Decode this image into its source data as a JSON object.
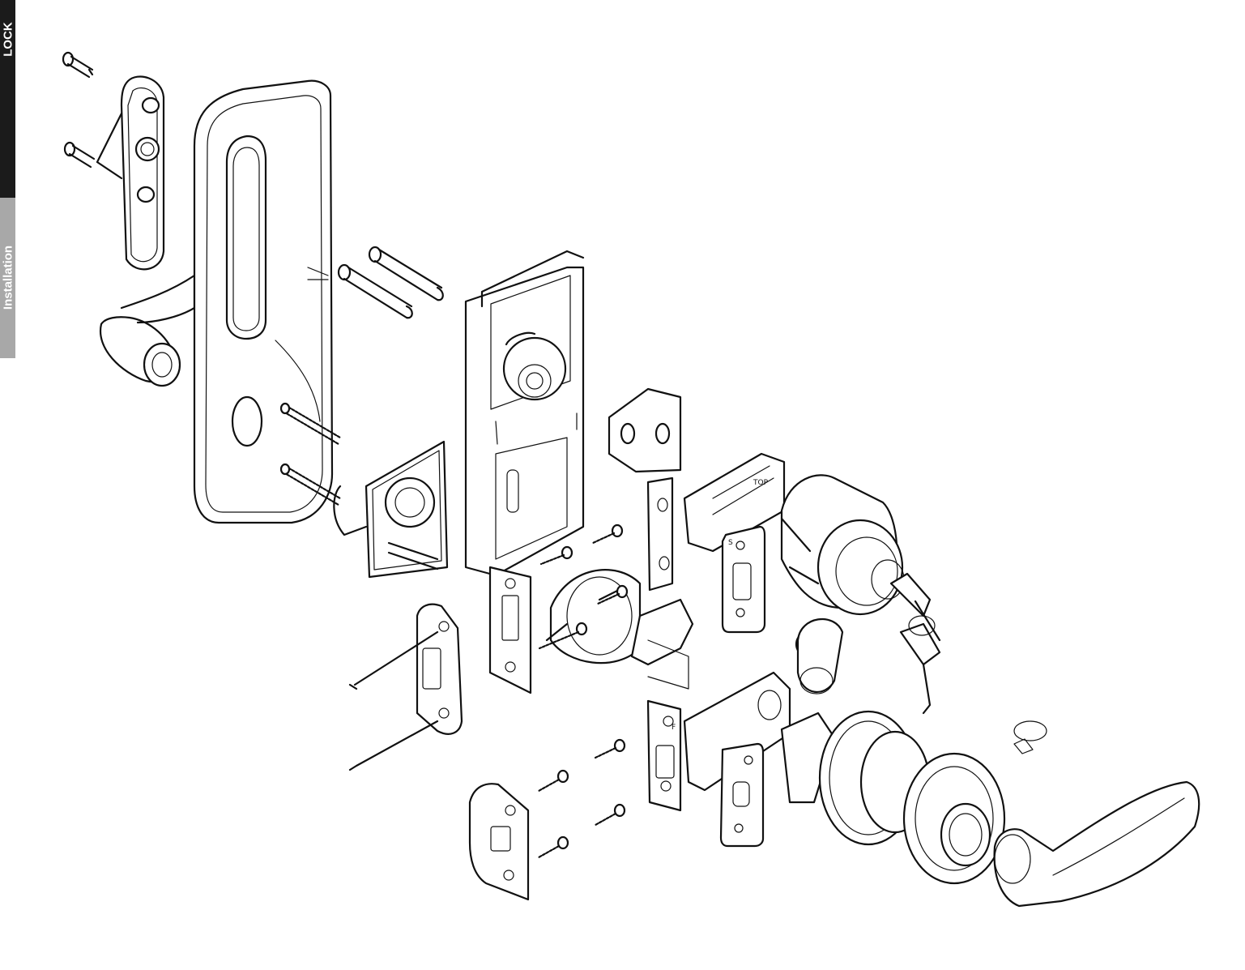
{
  "side_tab": {
    "top_label": "LOCK",
    "bottom_label": "Installation",
    "top_color": "#1b1b1b",
    "bottom_color": "#a8a8a8"
  },
  "parts": [
    {
      "name": "mounting-screw-icon"
    },
    {
      "name": "interior-back-plate-icon"
    },
    {
      "name": "interior-lever-icon"
    },
    {
      "name": "interior-escutcheon-icon"
    },
    {
      "name": "through-bolt-icon"
    },
    {
      "name": "mounting-plate-icon"
    },
    {
      "name": "exterior-chassis-icon"
    },
    {
      "name": "deadbolt-latch-icon"
    },
    {
      "name": "latch-strike-icon"
    },
    {
      "name": "deadbolt-cylinder-icon"
    },
    {
      "name": "key-icon"
    },
    {
      "name": "spindle-sleeve-icon"
    },
    {
      "name": "lever-latch-icon"
    },
    {
      "name": "rose-assembly-icon"
    },
    {
      "name": "exterior-lever-icon"
    },
    {
      "name": "retaining-clip-icon"
    },
    {
      "name": "strike-plate-icon"
    },
    {
      "name": "wood-screw-icon"
    },
    {
      "name": "template-nail-icon"
    }
  ],
  "stamps": {
    "latch_top": "TOP",
    "plate_s": "S",
    "plate_f": "F"
  }
}
